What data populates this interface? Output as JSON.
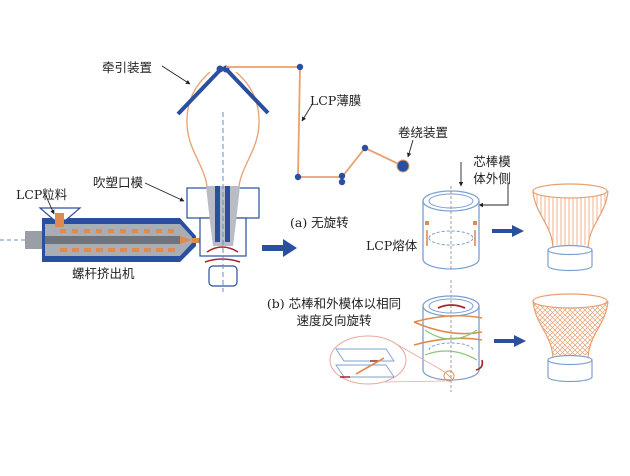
{
  "labels": {
    "haul_off": "牵引装置",
    "lcp_film": "LCP薄膜",
    "winding": "卷绕装置",
    "blow_die": "吹塑口模",
    "lcp_pellets": "LCP粒料",
    "extruder": "螺杆挤出机",
    "case_a": "(a) 无旋转",
    "case_b_line1": "(b) 芯棒和外模体以相同",
    "case_b_line2": "速度反向旋转",
    "mandrel_line1": "芯棒模",
    "mandrel_line2": "体外侧",
    "lcp_melt": "LCP熔体"
  },
  "colors": {
    "blue": "#2a4f9e",
    "orange": "#e08a4f",
    "film": "#e7a070",
    "grey": "#b9bcc2",
    "darkred": "#a8212c",
    "green": "#8cc67a",
    "lightblue": "#7d9fd0"
  }
}
